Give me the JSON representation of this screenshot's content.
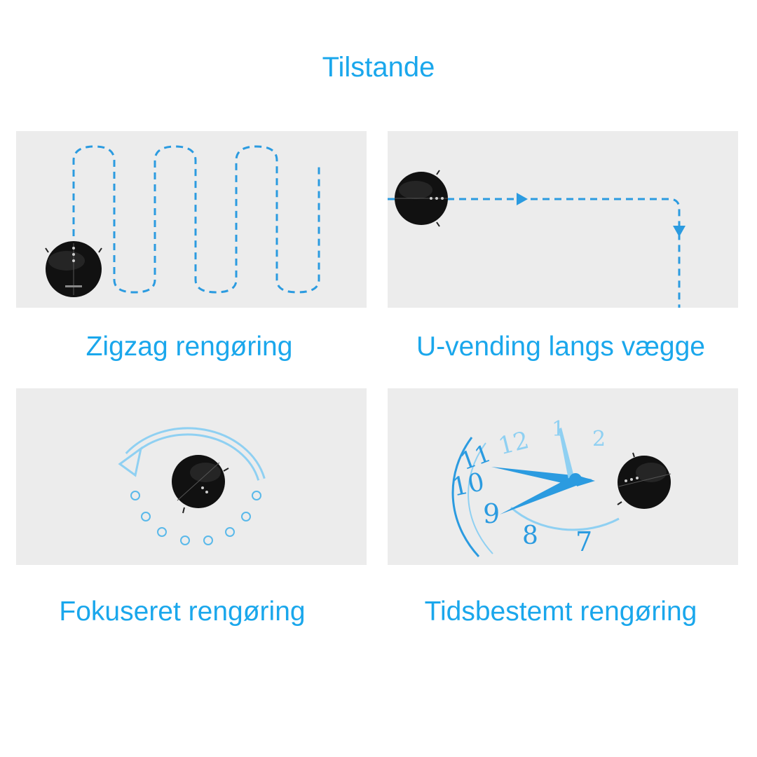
{
  "title": "Tilstande",
  "accent_color": "#1aa7ec",
  "path_color": "#2b9be0",
  "modes": [
    {
      "label": "Zigzag rengøring",
      "icon": "zigzag-path-icon"
    },
    {
      "label": "U-vending langs vægge",
      "icon": "wall-follow-path-icon"
    },
    {
      "label": "Fokuseret rengøring",
      "icon": "spot-circle-icon"
    },
    {
      "label": "Tidsbestemt rengøring",
      "icon": "clock-icon"
    }
  ],
  "clock_numbers": [
    "12",
    "1",
    "2",
    "11",
    "10",
    "9",
    "8",
    "7"
  ]
}
